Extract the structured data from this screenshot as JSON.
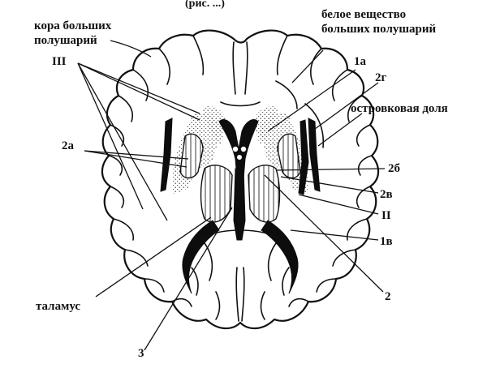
{
  "top_fragment": "(рис. ...)",
  "labels": {
    "cortex_line1": "кора больших",
    "cortex_line2": "полушарий",
    "roman_3": "III",
    "white_matter_line1": "белое вещество",
    "white_matter_line2": "больших полушарий",
    "l_1a": "1а",
    "l_2g": "2г",
    "insula": "островковая доля",
    "l_2a": "2а",
    "l_2b": "2б",
    "l_2v": "2в",
    "roman_2": "II",
    "l_1v": "1в",
    "l_2": "2",
    "thalamus": "таламус",
    "l_3": "3"
  }
}
